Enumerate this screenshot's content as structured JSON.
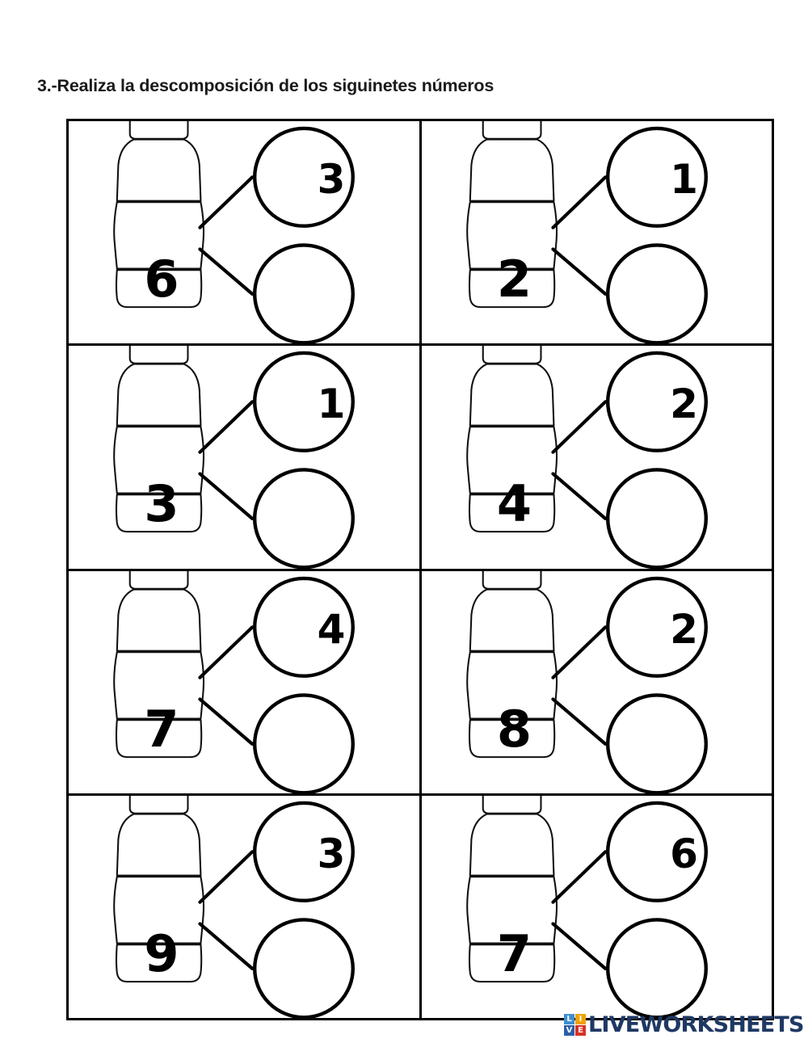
{
  "title": "3.-Realiza la descomposición de los siguinetes números",
  "colors": {
    "ink": "#000000",
    "paper": "#ffffff",
    "logo_text": "#1f3864",
    "tile_l": "#3f8fd0",
    "tile_i": "#f0a30a",
    "tile_v": "#2c5fa8",
    "tile_e": "#d93025"
  },
  "grid": {
    "columns": 2,
    "rows": 4,
    "cells": [
      {
        "id": "cell-1",
        "whole": "6",
        "part_top": "3",
        "part_bottom": ""
      },
      {
        "id": "cell-2",
        "whole": "2",
        "part_top": "1",
        "part_bottom": ""
      },
      {
        "id": "cell-3",
        "whole": "3",
        "part_top": "1",
        "part_bottom": ""
      },
      {
        "id": "cell-4",
        "whole": "4",
        "part_top": "2",
        "part_bottom": ""
      },
      {
        "id": "cell-5",
        "whole": "7",
        "part_top": "4",
        "part_bottom": ""
      },
      {
        "id": "cell-6",
        "whole": "8",
        "part_top": "2",
        "part_bottom": ""
      },
      {
        "id": "cell-7",
        "whole": "9",
        "part_top": "3",
        "part_bottom": ""
      },
      {
        "id": "cell-8",
        "whole": "7",
        "part_top": "6",
        "part_bottom": ""
      }
    ]
  },
  "logo": {
    "tiles": [
      {
        "letter": "L",
        "color_key": "tile_l"
      },
      {
        "letter": "I",
        "color_key": "tile_i"
      },
      {
        "letter": "V",
        "color_key": "tile_v"
      },
      {
        "letter": "E",
        "color_key": "tile_e"
      }
    ],
    "wordmark": "LIVEWORKSHEETS"
  }
}
